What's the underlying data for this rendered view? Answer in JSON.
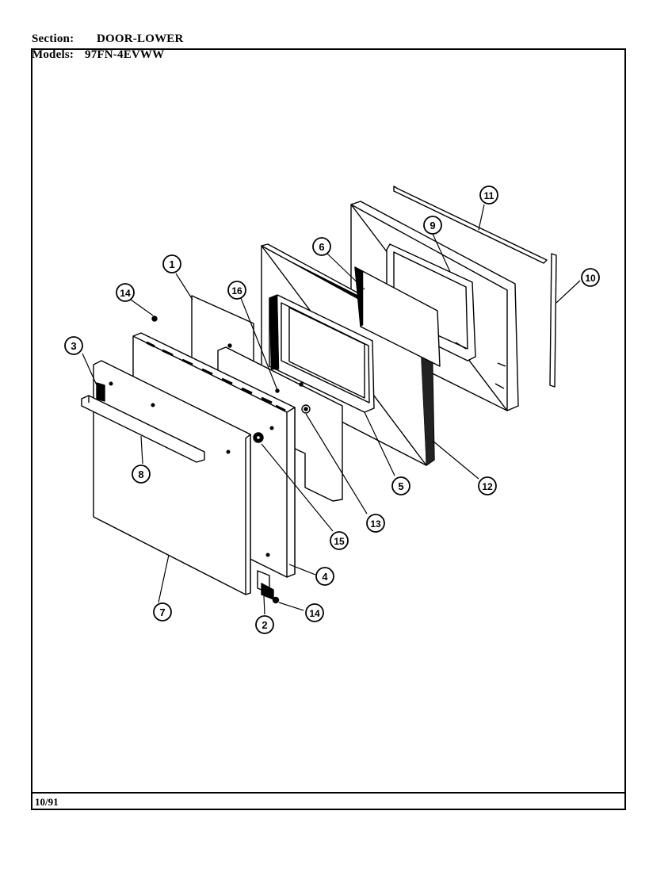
{
  "header": {
    "section_label": "Section:",
    "section_value": "DOOR-LOWER",
    "models_label": "Models:",
    "models_value": "97FN-4EVWW"
  },
  "footer": {
    "date": "10/91"
  },
  "callouts": [
    "1",
    "14",
    "3",
    "8",
    "16",
    "6",
    "9",
    "11",
    "10",
    "12",
    "5",
    "13",
    "15",
    "4",
    "7",
    "2",
    "14"
  ]
}
